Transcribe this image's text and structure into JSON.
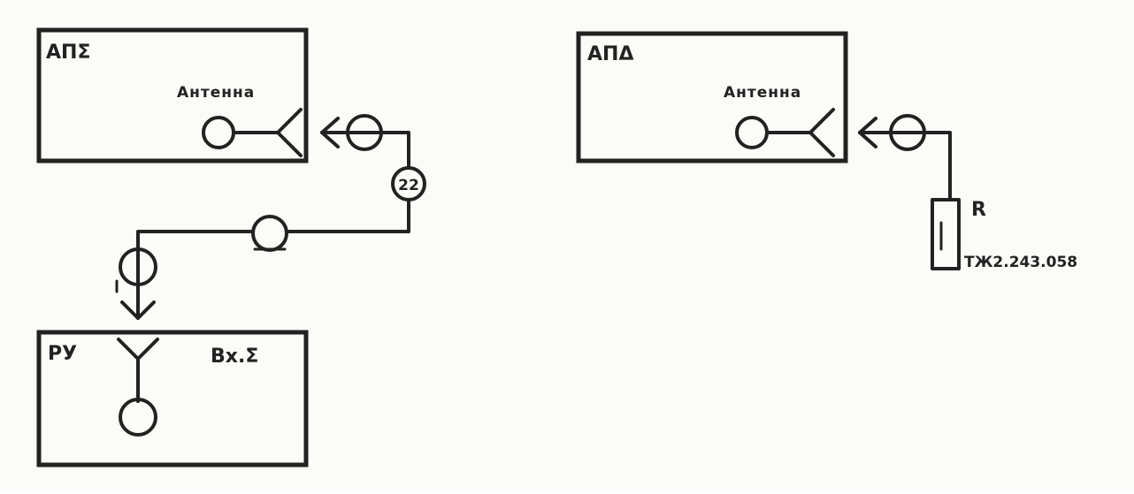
{
  "blocks": {
    "aps": {
      "label": "АПΣ",
      "antenna_label": "Антенна"
    },
    "apd": {
      "label": "АПΔ",
      "antenna_label": "Антенна"
    },
    "ru": {
      "label": "РУ",
      "input_label": "Вх.Σ"
    }
  },
  "cable_marker": "22",
  "resistor": {
    "label": "R",
    "designation": "ТЖ2.243.058"
  },
  "colors": {
    "ink": "#222222",
    "paper": "#fbfbf8"
  }
}
